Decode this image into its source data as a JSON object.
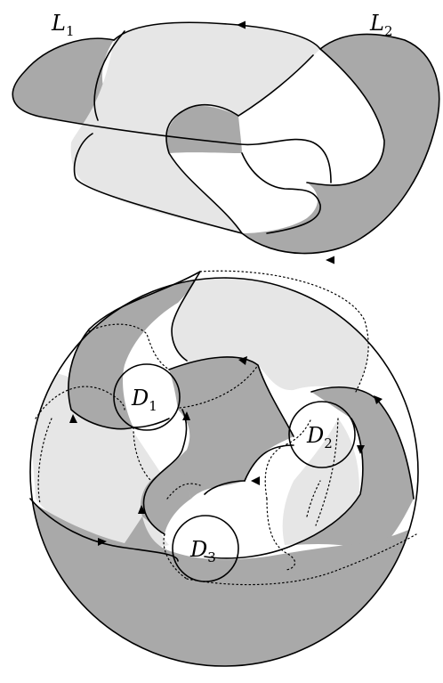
{
  "colors": {
    "dark_shade": "#a9a9a9",
    "light_shade": "#e6e6e6",
    "stroke": "#000000",
    "background": "#ffffff"
  },
  "top_diagram": {
    "label_1": {
      "letter": "L",
      "subscript": "1"
    },
    "label_2": {
      "letter": "L",
      "subscript": "2"
    }
  },
  "bottom_diagram": {
    "disk_1": {
      "letter": "D",
      "subscript": "1"
    },
    "disk_2": {
      "letter": "D",
      "subscript": "2"
    },
    "disk_3": {
      "letter": "D",
      "subscript": "3"
    }
  }
}
